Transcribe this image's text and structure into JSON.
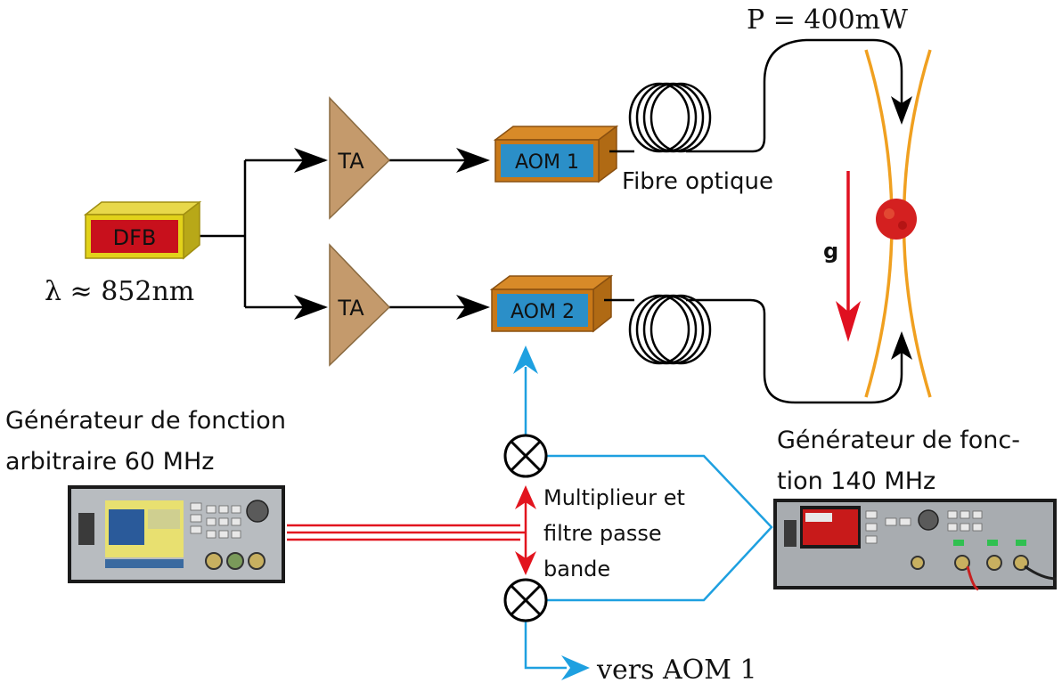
{
  "diagram": {
    "power_label": "P = 400mW",
    "wavelength_label": "λ ≈ 852nm",
    "dfb_label": "DFB",
    "ta1_label": "TA",
    "ta2_label": "TA",
    "aom1_label": "AOM 1",
    "aom2_label": "AOM 2",
    "fiber_label": "Fibre optique",
    "gravity_label": "g",
    "awg_label_line1": "Générateur de fonction",
    "awg_label_line2": "arbitraire 60 MHz",
    "gen140_label_line1": "Générateur de fonc-",
    "gen140_label_line2": "tion 140 MHz",
    "mixer_label_line1": "Multiplieur et",
    "mixer_label_line2": "filtre passe",
    "mixer_label_line3": "bande",
    "output_label": "vers AOM 1"
  },
  "colors": {
    "dfb_body": "#c8101c",
    "dfb_frame": "#e2d21a",
    "ta": "#c49a6c",
    "aom_body": "#2b8fc8",
    "aom_frame": "#c87818",
    "rf_red": "#e2141e",
    "rf_blue": "#1ea0e0",
    "beam": "#f0a020",
    "gravity": "#e01020",
    "atom": "#d42020"
  }
}
